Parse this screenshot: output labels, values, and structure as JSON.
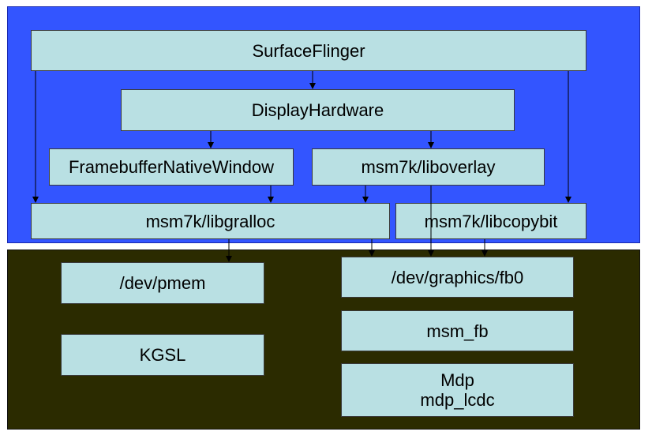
{
  "colors": {
    "userspace_bg": "#3355ff",
    "kernel_bg": "#2b2b00",
    "box_fill": "#b9e0e3",
    "box_border": "#3a3a3a",
    "arrow": "#000000"
  },
  "userspace": {
    "surfaceflinger": "SurfaceFlinger",
    "displayhardware": "DisplayHardware",
    "framebuffer_native_window": "FramebufferNativeWindow",
    "liboverlay": "msm7k/liboverlay",
    "libgralloc": "msm7k/libgralloc",
    "libcopybit": "msm7k/libcopybit"
  },
  "kernel": {
    "pmem": "/dev/pmem",
    "kgsl": "KGSL",
    "fb0": "/dev/graphics/fb0",
    "msm_fb": "msm_fb",
    "mdp_line1": "Mdp",
    "mdp_line2": "mdp_lcdc"
  }
}
